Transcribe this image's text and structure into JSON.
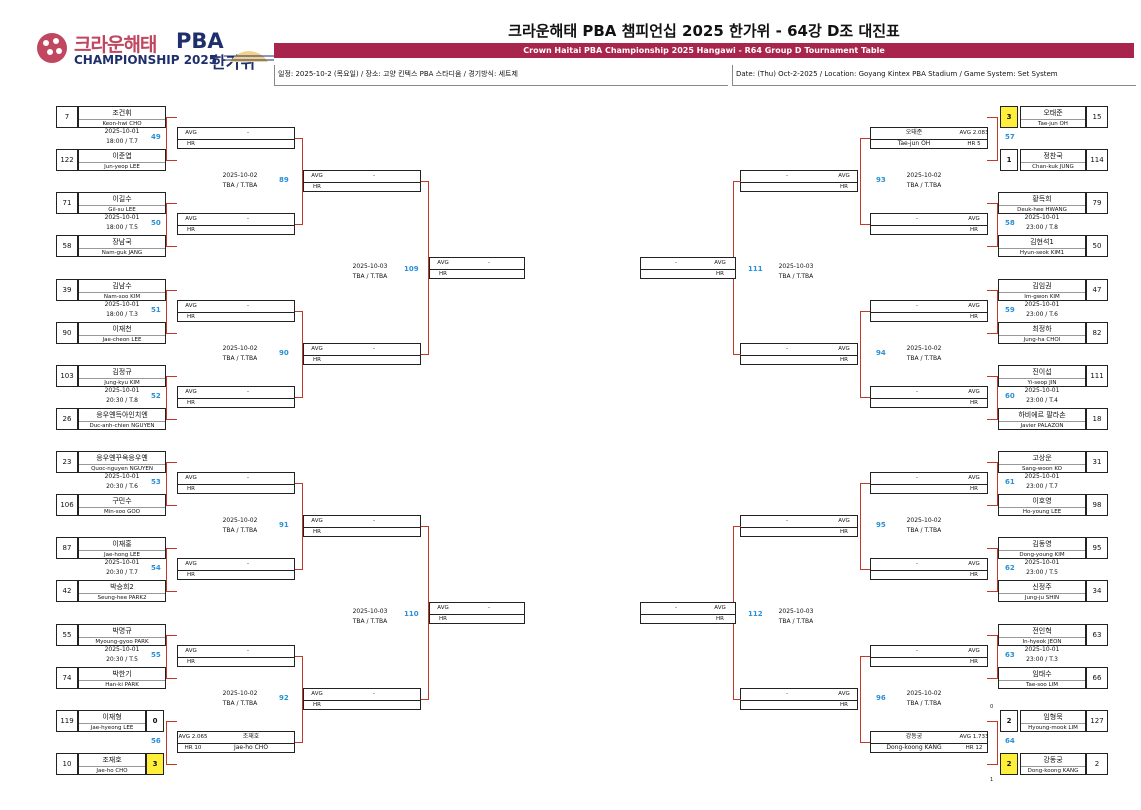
{
  "header": {
    "logo_ko": "크라운해태",
    "logo_pba": "PBA",
    "logo_champ": "CHAMPIONSHIP 2025",
    "logo_hangawi": "한가위",
    "title": "크라운해태 PBA 챔피언십 2025 한가위 - 64강 D조 대진표",
    "subtitle": "Crown Haitai PBA Championship 2025 Hangawi - R64 Group D Tournament Table",
    "info_ko": "일정: 2025-10-2 (목요일) / 장소: 고양 킨텍스 PBA 스타디움 / 경기방식: 세트제",
    "info_en": "Date: (Thu) Oct-2-2025 / Location: Goyang Kintex PBA Stadium / Game System: Set System"
  },
  "labels": {
    "avg": "AVG",
    "hr": "HR",
    "dash": "-"
  },
  "r1_left": [
    {
      "match": "49",
      "date": "2025-10-01",
      "time": "18:00 / T.7",
      "a": {
        "seed": "7",
        "ko": "조건휘",
        "en": "Keon-hwi CHO"
      },
      "b": {
        "seed": "122",
        "ko": "이준엽",
        "en": "Jun-yeop LEE"
      }
    },
    {
      "match": "50",
      "date": "2025-10-01",
      "time": "18:00 / T.5",
      "a": {
        "seed": "71",
        "ko": "이길수",
        "en": "Gil-su LEE"
      },
      "b": {
        "seed": "58",
        "ko": "장남국",
        "en": "Nam-guk JANG"
      }
    },
    {
      "match": "51",
      "date": "2025-10-01",
      "time": "18:00 / T.3",
      "a": {
        "seed": "39",
        "ko": "김남수",
        "en": "Nam-soo KIM"
      },
      "b": {
        "seed": "90",
        "ko": "이재천",
        "en": "Jae-cheon LEE"
      }
    },
    {
      "match": "52",
      "date": "2025-10-01",
      "time": "20:30 / T.8",
      "a": {
        "seed": "103",
        "ko": "김정규",
        "en": "Jung-kyu KIM"
      },
      "b": {
        "seed": "26",
        "ko": "응우옌득아인치엔",
        "en": "Duc-anh-chien NGUYEN"
      }
    },
    {
      "match": "53",
      "date": "2025-10-01",
      "time": "20:30 / T.6",
      "a": {
        "seed": "23",
        "ko": "응우옌꾸옥응우옌",
        "en": "Quoc-nguyen NGUYEN"
      },
      "b": {
        "seed": "106",
        "ko": "구민수",
        "en": "Min-soo GOO"
      }
    },
    {
      "match": "54",
      "date": "2025-10-01",
      "time": "20:30 / T.7",
      "a": {
        "seed": "87",
        "ko": "이재홍",
        "en": "Jae-hong LEE"
      },
      "b": {
        "seed": "42",
        "ko": "박승희2",
        "en": "Seung-hee PARK2"
      }
    },
    {
      "match": "55",
      "date": "2025-10-01",
      "time": "20:30 / T.5",
      "a": {
        "seed": "55",
        "ko": "박명규",
        "en": "Myoung-gyoo PARK"
      },
      "b": {
        "seed": "74",
        "ko": "박한기",
        "en": "Han-ki PARK"
      }
    },
    {
      "match": "56",
      "date": "",
      "time": "",
      "a": {
        "seed": "119",
        "ko": "이재형",
        "en": "Jae-hyeong LEE",
        "score": "0"
      },
      "b": {
        "seed": "10",
        "ko": "조재호",
        "en": "Jae-ho CHO",
        "score": "3",
        "win": true
      }
    }
  ],
  "r1_right": [
    {
      "match": "57",
      "date": "",
      "time": "",
      "a": {
        "seed": "15",
        "ko": "오태준",
        "en": "Tae-jun OH",
        "score": "3",
        "win": true
      },
      "b": {
        "seed": "114",
        "ko": "정찬국",
        "en": "Chan-kuk JUNG",
        "score": "1"
      }
    },
    {
      "match": "58",
      "date": "2025-10-01",
      "time": "23:00 / T.8",
      "a": {
        "seed": "79",
        "ko": "황득희",
        "en": "Deuk-hee HWANG"
      },
      "b": {
        "seed": "50",
        "ko": "김현석1",
        "en": "Hyun-seok KIM1"
      }
    },
    {
      "match": "59",
      "date": "2025-10-01",
      "time": "23:00 / T.6",
      "a": {
        "seed": "47",
        "ko": "김임권",
        "en": "Im-gwon KIM"
      },
      "b": {
        "seed": "82",
        "ko": "최정하",
        "en": "Jung-ha CHOI"
      }
    },
    {
      "match": "60",
      "date": "2025-10-01",
      "time": "23:00 / T.4",
      "a": {
        "seed": "111",
        "ko": "진이섭",
        "en": "Yi-seop JIN"
      },
      "b": {
        "seed": "18",
        "ko": "하비에르 팔라손",
        "en": "Javier PALAZON"
      }
    },
    {
      "match": "61",
      "date": "2025-10-01",
      "time": "23:00 / T.7",
      "a": {
        "seed": "31",
        "ko": "고상운",
        "en": "Sang-woon KO"
      },
      "b": {
        "seed": "98",
        "ko": "이호영",
        "en": "Ho-young LEE"
      }
    },
    {
      "match": "62",
      "date": "2025-10-01",
      "time": "23:00 / T.5",
      "a": {
        "seed": "95",
        "ko": "김동영",
        "en": "Dong-young KIM"
      },
      "b": {
        "seed": "34",
        "ko": "신정주",
        "en": "Jung-ju SHIN"
      }
    },
    {
      "match": "63",
      "date": "2025-10-01",
      "time": "23:00 / T.3",
      "a": {
        "seed": "63",
        "ko": "전인혁",
        "en": "In-hyeok JEON"
      },
      "b": {
        "seed": "66",
        "ko": "임태수",
        "en": "Tae-soo LIM"
      }
    },
    {
      "match": "64",
      "date": "",
      "time": "",
      "a": {
        "seed": "127",
        "ko": "임형묵",
        "en": "Hyoung-mook LIM",
        "score": "2",
        "side": "0"
      },
      "b": {
        "seed": "2",
        "ko": "강동궁",
        "en": "Dong-koong KANG",
        "score": "2",
        "side": "1",
        "win": true
      }
    }
  ],
  "r2_left": [
    {
      "ko": "",
      "avg": "-",
      "hr": ""
    },
    {
      "ko": "",
      "avg": "-",
      "hr": ""
    },
    {
      "ko": "",
      "avg": "-",
      "hr": ""
    },
    {
      "ko": "",
      "avg": "-",
      "hr": ""
    },
    {
      "ko": "",
      "avg": "-",
      "hr": ""
    },
    {
      "ko": "",
      "avg": "-",
      "hr": ""
    },
    {
      "ko": "",
      "avg": "-",
      "hr": ""
    },
    {
      "ko": "조재호",
      "en": "Jae-ho CHO",
      "avg": "AVG 2.065",
      "hr": "HR 10",
      "named": true
    }
  ],
  "r2_right": [
    {
      "ko": "오태준",
      "en": "Tae-jun OH",
      "avg": "AVG 2.083",
      "hr": "HR 5",
      "named": true
    },
    {
      "ko": "",
      "avg": "-",
      "hr": ""
    },
    {
      "ko": "",
      "avg": "-",
      "hr": ""
    },
    {
      "ko": "",
      "avg": "-",
      "hr": ""
    },
    {
      "ko": "",
      "avg": "-",
      "hr": ""
    },
    {
      "ko": "",
      "avg": "-",
      "hr": ""
    },
    {
      "ko": "",
      "avg": "-",
      "hr": ""
    },
    {
      "ko": "강동궁",
      "en": "Dong-koong KANG",
      "avg": "AVG 1.733",
      "hr": "HR 12",
      "named": true
    }
  ],
  "r3_left": [
    {
      "match": "89",
      "date": "2025-10-02",
      "time": "TBA / T.TBA"
    },
    {
      "match": "90",
      "date": "2025-10-02",
      "time": "TBA / T.TBA"
    },
    {
      "match": "91",
      "date": "2025-10-02",
      "time": "TBA / T.TBA"
    },
    {
      "match": "92",
      "date": "2025-10-02",
      "time": "TBA / T.TBA"
    }
  ],
  "r3_right": [
    {
      "match": "93",
      "date": "2025-10-02",
      "time": "TBA / T.TBA"
    },
    {
      "match": "94",
      "date": "2025-10-02",
      "time": "TBA / T.TBA"
    },
    {
      "match": "95",
      "date": "2025-10-02",
      "time": "TBA / T.TBA"
    },
    {
      "match": "96",
      "date": "2025-10-02",
      "time": "TBA / T.TBA"
    }
  ],
  "r4_left": [
    {
      "match": "109",
      "date": "2025-10-03",
      "time": "TBA / T.TBA"
    },
    {
      "match": "110",
      "date": "2025-10-03",
      "time": "TBA / T.TBA"
    }
  ],
  "r4_right": [
    {
      "match": "111",
      "date": "2025-10-03",
      "time": "TBA / T.TBA"
    },
    {
      "match": "112",
      "date": "2025-10-03",
      "time": "TBA / T.TBA"
    }
  ]
}
